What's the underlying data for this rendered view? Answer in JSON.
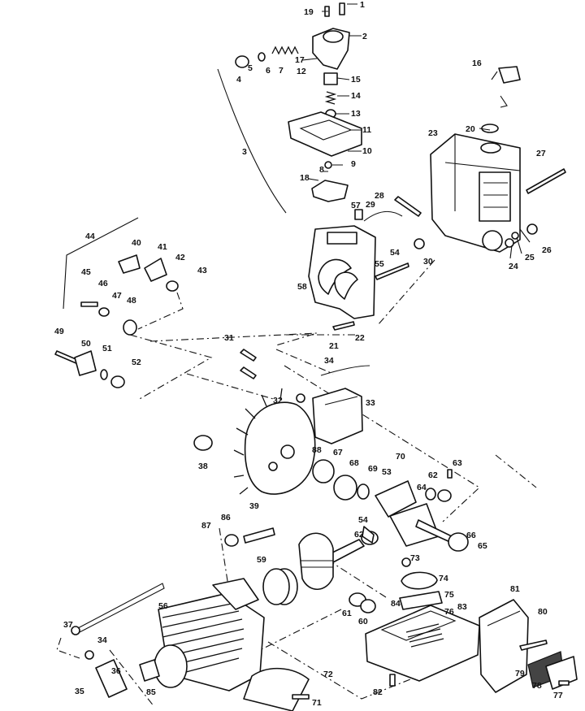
{
  "labels": [
    "1",
    "2",
    "3",
    "4",
    "5",
    "6",
    "7",
    "8",
    "9",
    "10",
    "11",
    "12",
    "13",
    "14",
    "15",
    "16",
    "17",
    "18",
    "19",
    "20",
    "21",
    "22",
    "23",
    "24",
    "25",
    "26",
    "27",
    "28",
    "29",
    "30",
    "31",
    "32",
    "33",
    "34",
    "34",
    "35",
    "36",
    "37",
    "38",
    "39",
    "40",
    "41",
    "42",
    "43",
    "44",
    "45",
    "46",
    "47",
    "48",
    "49",
    "50",
    "51",
    "52",
    "53",
    "54",
    "54",
    "55",
    "56",
    "57",
    "58",
    "59",
    "60",
    "61",
    "62",
    "62",
    "63",
    "64",
    "65",
    "66",
    "67",
    "68",
    "69",
    "70",
    "71",
    "72",
    "73",
    "74",
    "75",
    "76",
    "77",
    "78",
    "79",
    "80",
    "81",
    "82",
    "83",
    "84",
    "85",
    "86",
    "87",
    "88"
  ]
}
